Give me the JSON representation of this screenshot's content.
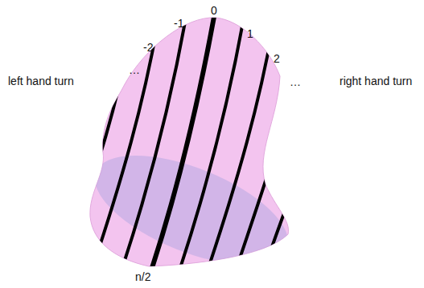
{
  "diagram": {
    "labels": [
      "0",
      "-1",
      "-2",
      "…",
      "1",
      "2",
      "…",
      "left hand turn",
      "right hand turn",
      "n/2"
    ]
  }
}
